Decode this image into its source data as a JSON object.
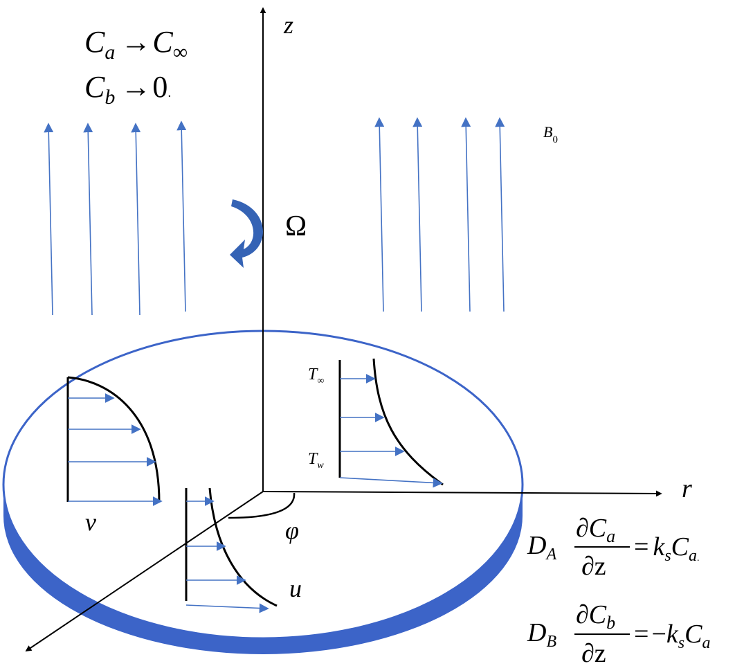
{
  "colors": {
    "accent_blue": "#4472c4",
    "disk_side_blue": "#3c64c8",
    "rotation_arrow_blue": "#3563b5",
    "ink": "#000000"
  },
  "axes": {
    "z": "z",
    "r": "r",
    "phi": "φ"
  },
  "rotation": {
    "symbol": "Ω"
  },
  "magnetic_field": {
    "symbol": "B",
    "subscript": "0"
  },
  "far_field": {
    "ca_main": "C",
    "ca_sub": "a",
    "ca_arrow": "→",
    "ca_target_main": "C",
    "ca_target_sub": "∞",
    "cb_main": "C",
    "cb_sub": "b",
    "cb_arrow": "→",
    "cb_target": "0",
    "cb_trailing_dot": "."
  },
  "profiles": {
    "v_label": "v",
    "u_label": "u",
    "t_inf_main": "T",
    "t_inf_sub": "∞",
    "t_w_main": "T",
    "t_w_sub": "w"
  },
  "boundary_conditions": {
    "eq1": {
      "coef_main": "D",
      "coef_sub": "A",
      "num_partial": "∂",
      "num_main": "C",
      "num_sub": "a",
      "den": "∂z",
      "eq": "=",
      "rhs_k": "k",
      "rhs_k_sub": "s",
      "rhs_c": "C",
      "rhs_c_sub": "a",
      "trailing_dot": "."
    },
    "eq2": {
      "coef_main": "D",
      "coef_sub": "B",
      "num_partial": "∂",
      "num_main": "C",
      "num_sub": "b",
      "den": "∂z",
      "eq": "=",
      "rhs_minus": "−",
      "rhs_k": "k",
      "rhs_k_sub": "s",
      "rhs_c": "C",
      "rhs_c_sub": "a"
    }
  }
}
